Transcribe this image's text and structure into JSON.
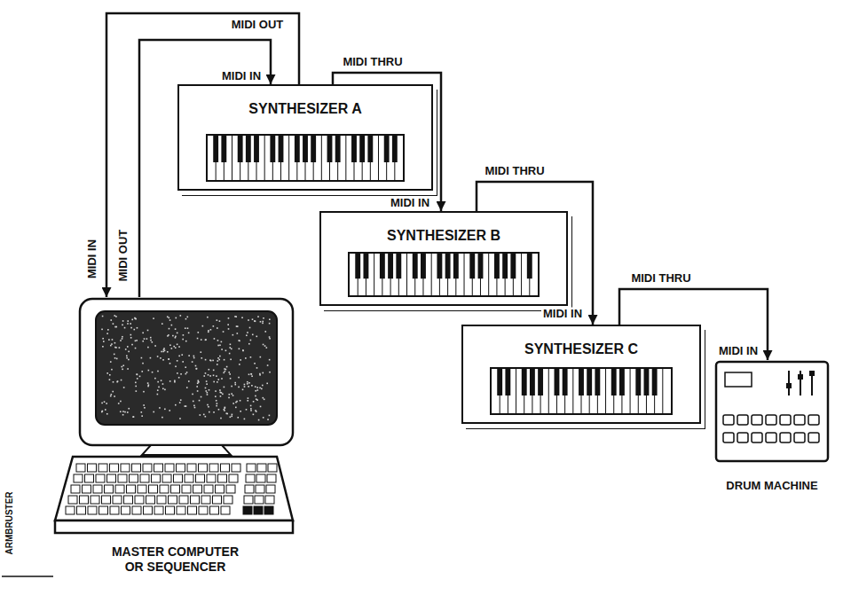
{
  "diagram": {
    "nodes": [
      {
        "text": [
          "SYNTHESIZER A"
        ]
      },
      {
        "text": [
          "SYNTHESIZER B"
        ]
      },
      {
        "text": [
          "SYNTHESIZER C"
        ]
      },
      {
        "text": [
          "MASTER COMPUTER OR SEQUENCER"
        ]
      },
      {
        "text": [
          "DRUM MACHINE"
        ]
      }
    ],
    "edges": [
      {
        "from": 3,
        "to": 0,
        "arrow": "to",
        "label": "MIDI OUT"
      },
      {
        "from": 0,
        "to": 3,
        "arrow": "to",
        "label": "MIDI OUT"
      },
      {
        "from": 0,
        "to": 1,
        "arrow": "to",
        "label": "MIDI THRU"
      },
      {
        "from": 1,
        "to": 2,
        "arrow": "to",
        "label": "MIDI THRU"
      },
      {
        "from": 2,
        "to": 4,
        "arrow": "to",
        "label": "MIDI THRU"
      }
    ],
    "labels": [
      "MIDI IN",
      "MIDI IN",
      "MIDI IN",
      "MIDI IN",
      "MIDI IN",
      "ARMBRUSTER"
    ]
  }
}
